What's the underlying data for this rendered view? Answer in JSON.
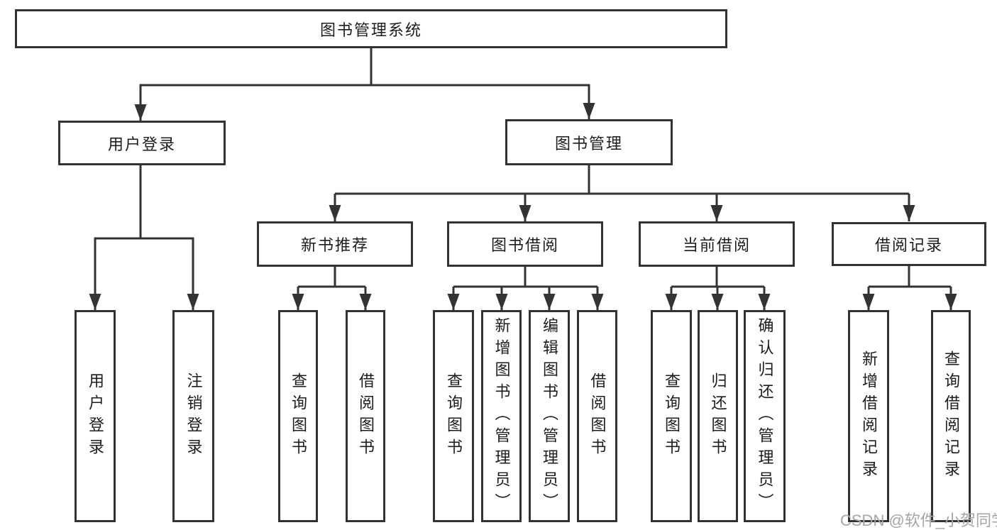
{
  "diagram": {
    "title": "图书管理系统",
    "watermark": "CSDN @软件_小贺同学",
    "colors": {
      "line": "#333333",
      "box_border": "#333333",
      "text": "#1c1c1c",
      "watermark": "#a5a5a5",
      "background": "#ffffff"
    },
    "nodes": {
      "root": {
        "label": "图书管理系统"
      },
      "user_login": {
        "label": "用户登录"
      },
      "book_mgmt": {
        "label": "图书管理"
      },
      "new_book": {
        "label": "新书推荐"
      },
      "book_borrow": {
        "label": "图书借阅"
      },
      "current_borrow": {
        "label": "当前借阅"
      },
      "borrow_record": {
        "label": "借阅记录"
      },
      "user_login_leaf": {
        "label": "用户登录"
      },
      "logout_leaf": {
        "label": "注销登录"
      },
      "nb_query": {
        "label": "查询图书"
      },
      "nb_borrow": {
        "label": "借阅图书"
      },
      "bb_query": {
        "label": "查询图书"
      },
      "bb_add": {
        "label": "新增图书（管理员）"
      },
      "bb_edit": {
        "label": "编辑图书（管理员）"
      },
      "bb_borrow": {
        "label": "借阅图书"
      },
      "cb_query": {
        "label": "查询图书"
      },
      "cb_return": {
        "label": "归还图书"
      },
      "cb_confirm": {
        "label": "确认归还（管理员）"
      },
      "br_add": {
        "label": "新增借阅记录"
      },
      "br_query": {
        "label": "查询借阅记录"
      }
    },
    "edges": [
      {
        "from": "root",
        "to": "user_login"
      },
      {
        "from": "root",
        "to": "book_mgmt"
      },
      {
        "from": "user_login",
        "to": "user_login_leaf"
      },
      {
        "from": "user_login",
        "to": "logout_leaf"
      },
      {
        "from": "book_mgmt",
        "to": "new_book"
      },
      {
        "from": "book_mgmt",
        "to": "book_borrow"
      },
      {
        "from": "book_mgmt",
        "to": "current_borrow"
      },
      {
        "from": "book_mgmt",
        "to": "borrow_record"
      },
      {
        "from": "new_book",
        "to": "nb_query"
      },
      {
        "from": "new_book",
        "to": "nb_borrow"
      },
      {
        "from": "book_borrow",
        "to": "bb_query"
      },
      {
        "from": "book_borrow",
        "to": "bb_add"
      },
      {
        "from": "book_borrow",
        "to": "bb_edit"
      },
      {
        "from": "book_borrow",
        "to": "bb_borrow"
      },
      {
        "from": "current_borrow",
        "to": "cb_query"
      },
      {
        "from": "current_borrow",
        "to": "cb_return"
      },
      {
        "from": "current_borrow",
        "to": "cb_confirm"
      },
      {
        "from": "borrow_record",
        "to": "br_add"
      },
      {
        "from": "borrow_record",
        "to": "br_query"
      }
    ]
  }
}
